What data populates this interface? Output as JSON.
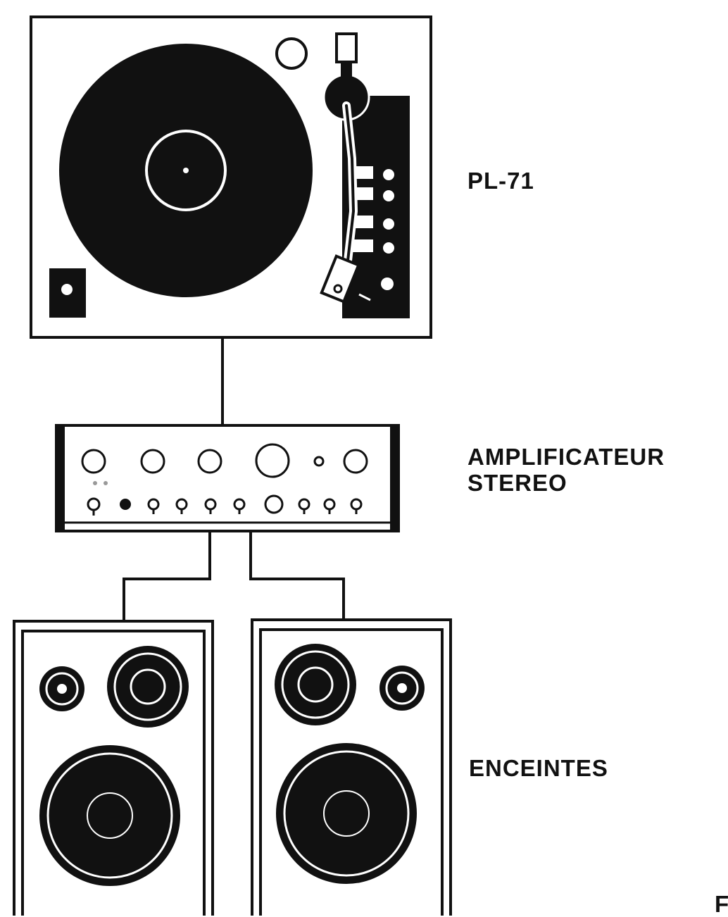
{
  "labels": {
    "turntable": "PL-71",
    "amplifier_line1": "AMPLIFICATEUR",
    "amplifier_line2": "STEREO",
    "speakers": "ENCEINTES",
    "corner_fragment": "F"
  },
  "colors": {
    "ink": "#111111",
    "paper": "#ffffff"
  },
  "icons": {
    "turntable": "turntable-icon",
    "amplifier": "amplifier-icon",
    "speaker": "speaker-icon"
  }
}
